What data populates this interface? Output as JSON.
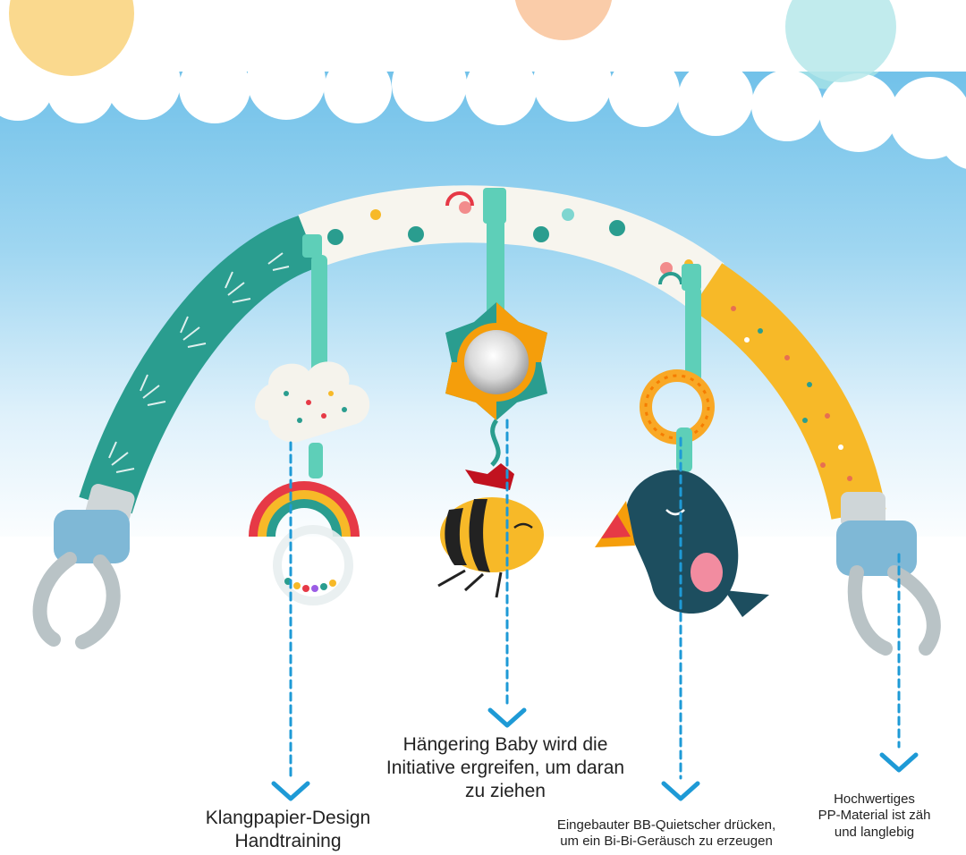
{
  "captions": {
    "rattle": {
      "line1": "Klangpapier-Design",
      "line2": "Handtraining"
    },
    "bee": {
      "line1": "Hängering Baby wird die",
      "line2": "Initiative ergreifen, um daran",
      "line3": "zu ziehen"
    },
    "toucan": {
      "line1": "Eingebauter BB-Quietscher drücken,",
      "line2": "um ein Bi-Bi-Geräusch zu erzeugen"
    },
    "material": {
      "line1": "Hochwertiges",
      "line2": "PP-Material ist zäh",
      "line3": "und langlebig"
    }
  },
  "colors": {
    "sky": "#8fd0ef",
    "teal_fabric": "#2a9d8f",
    "yellow_fabric": "#f7b928",
    "clip": "#7fb8d6",
    "arrow": "#1e9ad6"
  },
  "icons": [
    "cloud-toy-icon",
    "rainbow-rattle-icon",
    "mirror-star-icon",
    "bee-toy-icon",
    "teether-ring-icon",
    "toucan-toy-icon",
    "stroller-clip-icon",
    "down-arrow-icon"
  ]
}
